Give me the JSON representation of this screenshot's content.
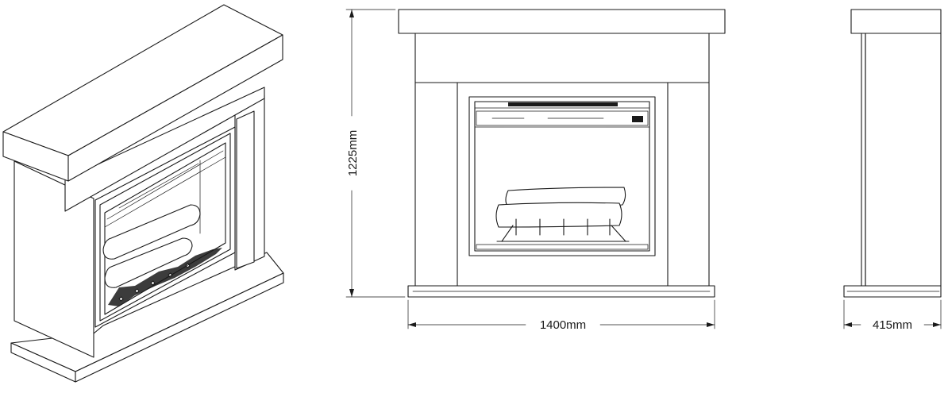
{
  "dimensions": {
    "height": "1225mm",
    "width": "1400mm",
    "depth": "415mm"
  },
  "colors": {
    "line": "#1a1a1a",
    "background": "#ffffff"
  }
}
